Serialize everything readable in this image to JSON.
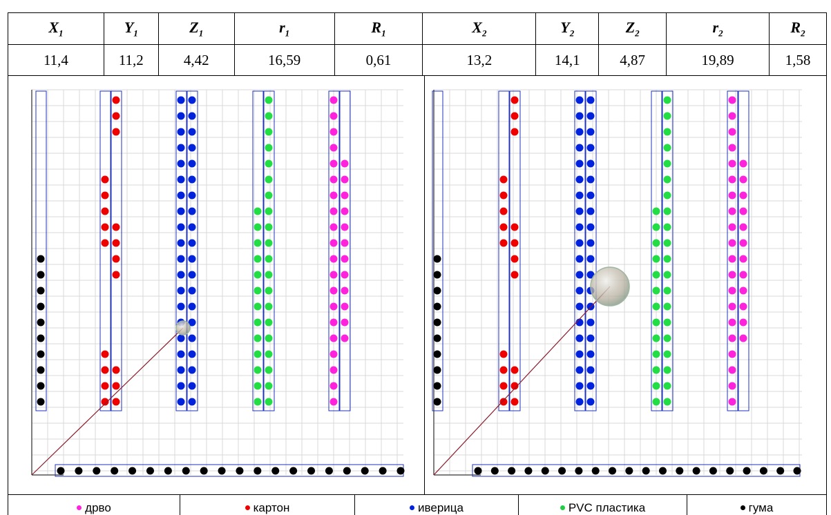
{
  "table": {
    "headers": [
      {
        "base": "X",
        "sub": "1"
      },
      {
        "base": "Y",
        "sub": "1"
      },
      {
        "base": "Z",
        "sub": "1"
      },
      {
        "base": "r",
        "sub": "1"
      },
      {
        "base": "R",
        "sub": "1"
      },
      {
        "base": "X",
        "sub": "2"
      },
      {
        "base": "Y",
        "sub": "2"
      },
      {
        "base": "Z",
        "sub": "2"
      },
      {
        "base": "r",
        "sub": "2"
      },
      {
        "base": "R",
        "sub": "2"
      }
    ],
    "values": [
      "11,4",
      "11,2",
      "4,42",
      "16,59",
      "0,61",
      "13,2",
      "14,1",
      "4,87",
      "19,89",
      "1,58"
    ]
  },
  "legend": [
    {
      "label": "дрво",
      "color": "#ff22dd"
    },
    {
      "label": "картон",
      "color": "#ee0000"
    },
    {
      "label": "иверица",
      "color": "#0022dd"
    },
    {
      "label": "PVC пластика",
      "color": "#22cc44"
    },
    {
      "label": "гума",
      "color": "#000000"
    }
  ],
  "diagram": {
    "colors": {
      "wood": "#ff22dd",
      "cardboard": "#ee0000",
      "chipboard": "#0022dd",
      "pvc": "#22dd44",
      "rubber": "#000000",
      "frame": "#2233bb",
      "vector": "#8b1a2a"
    },
    "panels": [
      {
        "name": "left",
        "sphere_radius_R": 0.61
      },
      {
        "name": "right",
        "sphere_radius_R": 1.58
      }
    ]
  }
}
